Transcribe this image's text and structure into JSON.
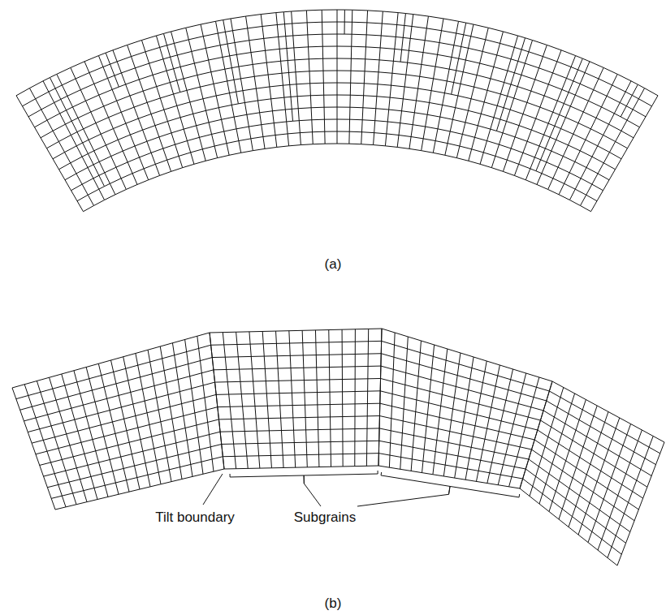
{
  "diagram": {
    "labels": [
      "(a)",
      "Tilt boundary",
      "Subgrains",
      "(b)"
    ]
  }
}
